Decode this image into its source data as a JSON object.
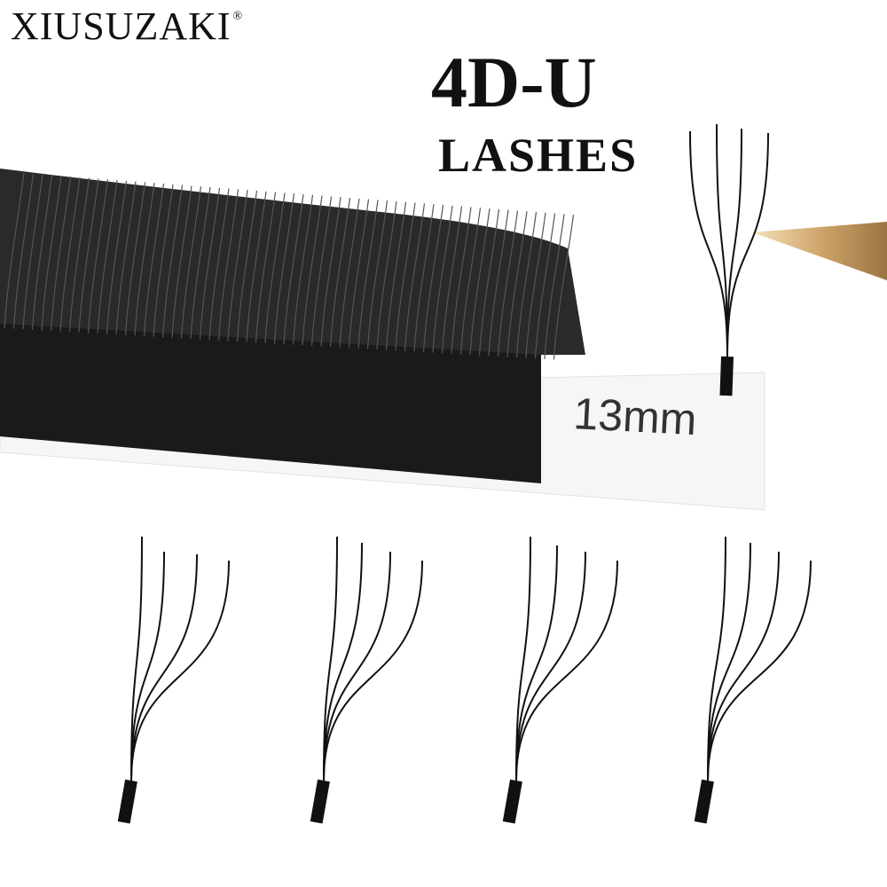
{
  "brand": {
    "name": "XIUSUZAKI",
    "registered": "®"
  },
  "title": {
    "main": "4D-U",
    "sub": "LASHES"
  },
  "tray": {
    "length_label": "13mm"
  },
  "colors": {
    "lash": "#111111",
    "tray": "#f2f2f2",
    "tweezer": "#c9a26a"
  },
  "icons": {
    "tweezer": "tweezer-icon",
    "fan": "lash-fan-icon"
  }
}
